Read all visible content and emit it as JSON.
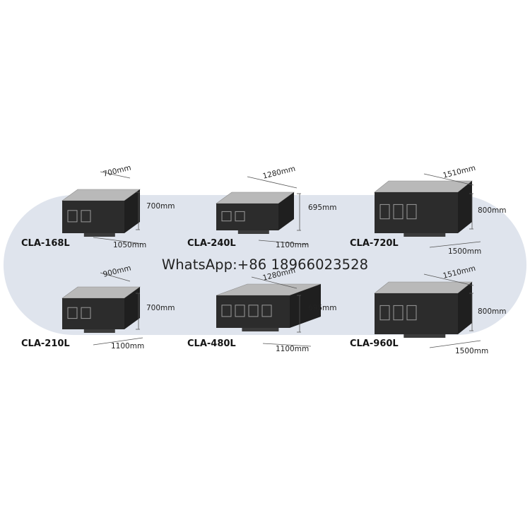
{
  "watermark": "WhatsApp:+86 18966023528",
  "products": [
    {
      "model": "CLA-168L",
      "depth": "700mm",
      "height": "700mm",
      "width": "1050mm",
      "vents": 2
    },
    {
      "model": "CLA-240L",
      "depth": "1280mm",
      "height": "695mm",
      "width": "1100mm",
      "vents": 2
    },
    {
      "model": "CLA-720L",
      "depth": "1510mm",
      "height": "800mm",
      "width": "1500mm",
      "vents": 3
    },
    {
      "model": "CLA-210L",
      "depth": "900mm",
      "height": "700mm",
      "width": "1100mm",
      "vents": 2
    },
    {
      "model": "CLA-480L",
      "depth": "1280mm",
      "height": "695mm",
      "width": "1100mm",
      "vents": 4
    },
    {
      "model": "CLA-960L",
      "depth": "1510mm",
      "height": "800mm",
      "width": "1500mm",
      "vents": 3
    }
  ],
  "colors": {
    "background": "#ffffff",
    "band": "#dfe4ed",
    "unit_front": "#2c2c2c",
    "unit_top": "#b9b9b9"
  }
}
